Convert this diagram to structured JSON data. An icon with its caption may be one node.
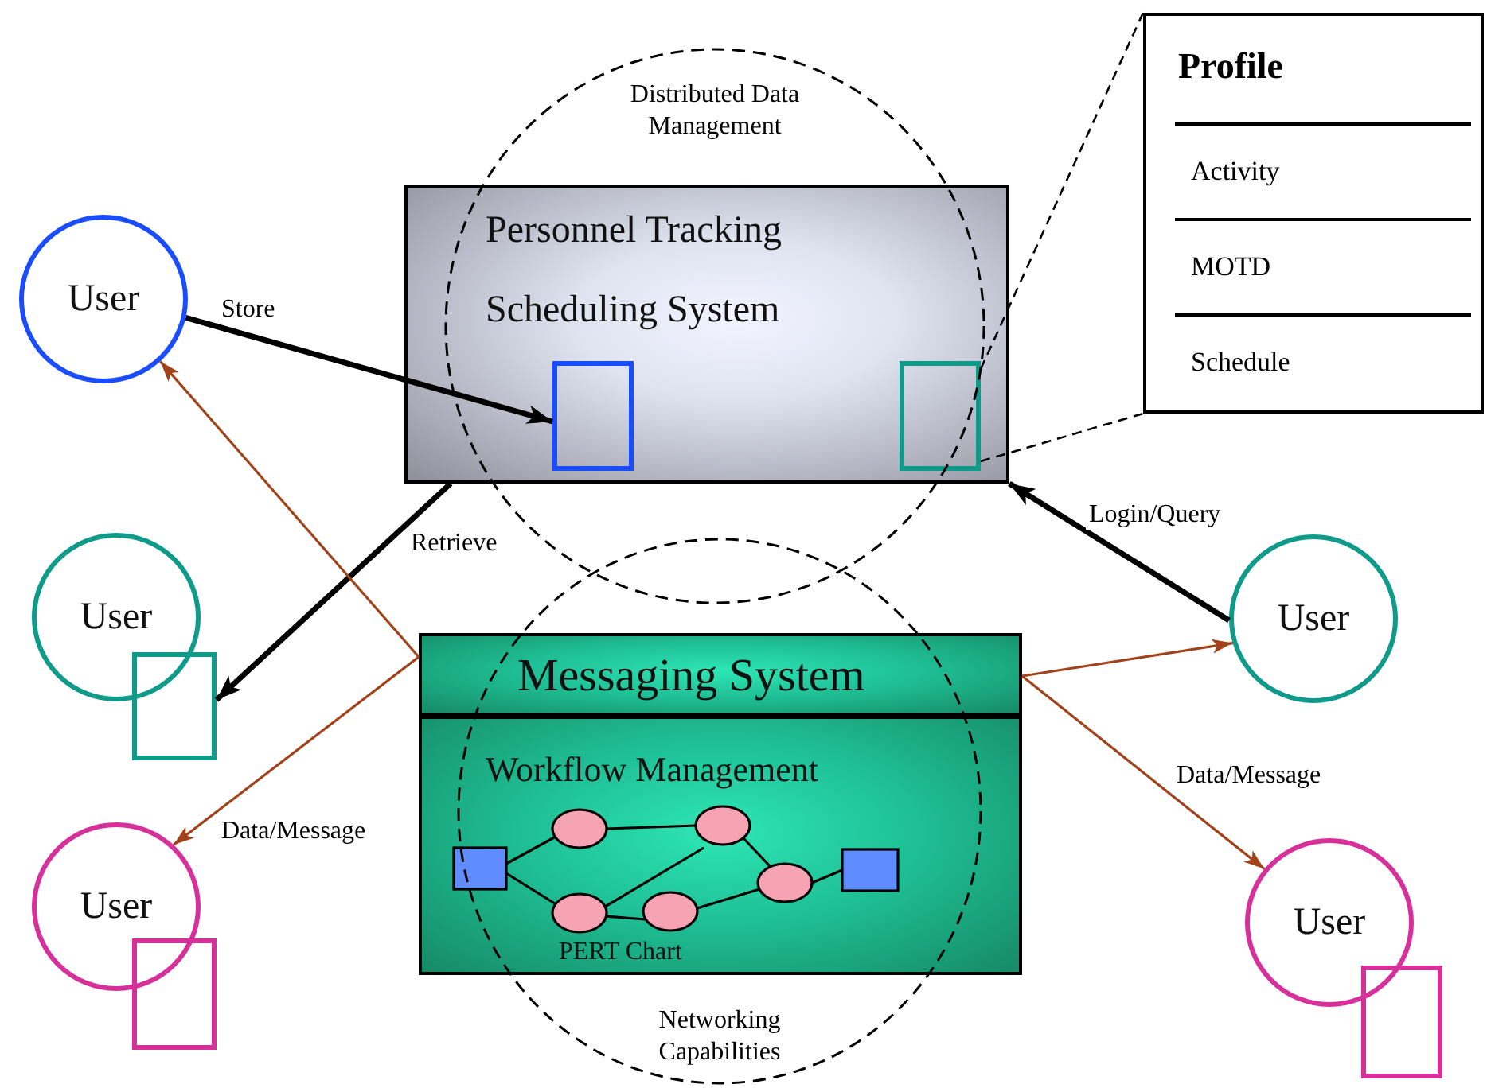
{
  "diagram": {
    "nodes": [
      {
        "text": [
          "User"
        ]
      },
      {
        "text": [
          "Personnel Tracking Scheduling System"
        ]
      },
      {
        "text": [],
        "shape": "box",
        "in": 1
      },
      {
        "text": [],
        "shape": "box",
        "in": 1
      },
      {
        "text": [
          "Profile",
          "Activity",
          "MOTD",
          "Schedule"
        ]
      },
      {
        "text": [
          "User"
        ]
      },
      {
        "text": [],
        "shape": "box"
      },
      {
        "text": [
          "Messaging System"
        ]
      },
      {
        "text": [
          "Workflow Management",
          "PERT Chart"
        ]
      },
      {
        "text": [
          "User"
        ]
      },
      {
        "text": [],
        "shape": "box"
      },
      {
        "text": [
          "User"
        ]
      },
      {
        "text": [
          "User"
        ]
      },
      {
        "text": [],
        "shape": "box"
      }
    ],
    "labels": [
      "Distributed Data Management",
      "Networking Capabilities"
    ],
    "edges": [
      {
        "from": 0,
        "to": 2,
        "arrow": "to",
        "label": "Store",
        "style": "thick",
        "color": "#000000"
      },
      {
        "from": 1,
        "to": 6,
        "arrow": "to",
        "label": "Retrieve",
        "style": "thick",
        "color": "#000000"
      },
      {
        "from": 11,
        "to": 1,
        "arrow": "to",
        "label": "Login/Query",
        "style": "thick",
        "color": "#000000"
      },
      {
        "from": 7,
        "to": 0,
        "arrow": "to",
        "color": "#a0421a"
      },
      {
        "from": 7,
        "to": 9,
        "arrow": "to",
        "label": "Data/Message",
        "color": "#a0421a"
      },
      {
        "from": 7,
        "to": 11,
        "arrow": "to",
        "color": "#a0421a"
      },
      {
        "from": 7,
        "to": 12,
        "arrow": "to",
        "label": "Data/Message",
        "color": "#a0421a"
      },
      {
        "from": 3,
        "to": 4,
        "arrow": "none",
        "style": "dashed",
        "color": "#000000"
      },
      {
        "from": 3,
        "to": 4,
        "arrow": "none",
        "style": "dashed",
        "color": "#000000"
      }
    ]
  }
}
